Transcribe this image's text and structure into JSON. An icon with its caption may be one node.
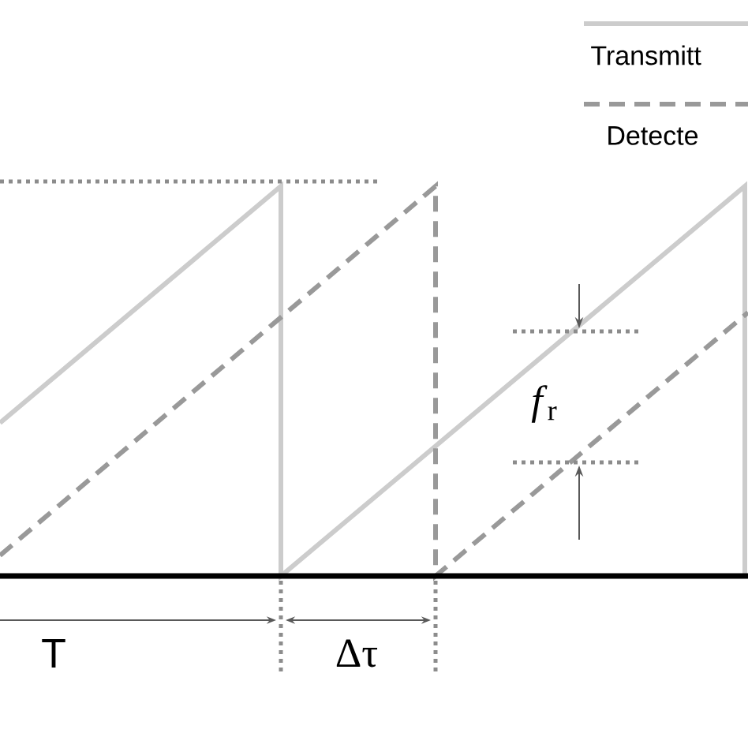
{
  "diagram": {
    "labels": [
      "T",
      "Δτ",
      "*f*$_{r}$"
    ],
    "legend": [
      {
        "text": "Transmitt"
      },
      {
        "text": "Detecte"
      }
    ]
  }
}
